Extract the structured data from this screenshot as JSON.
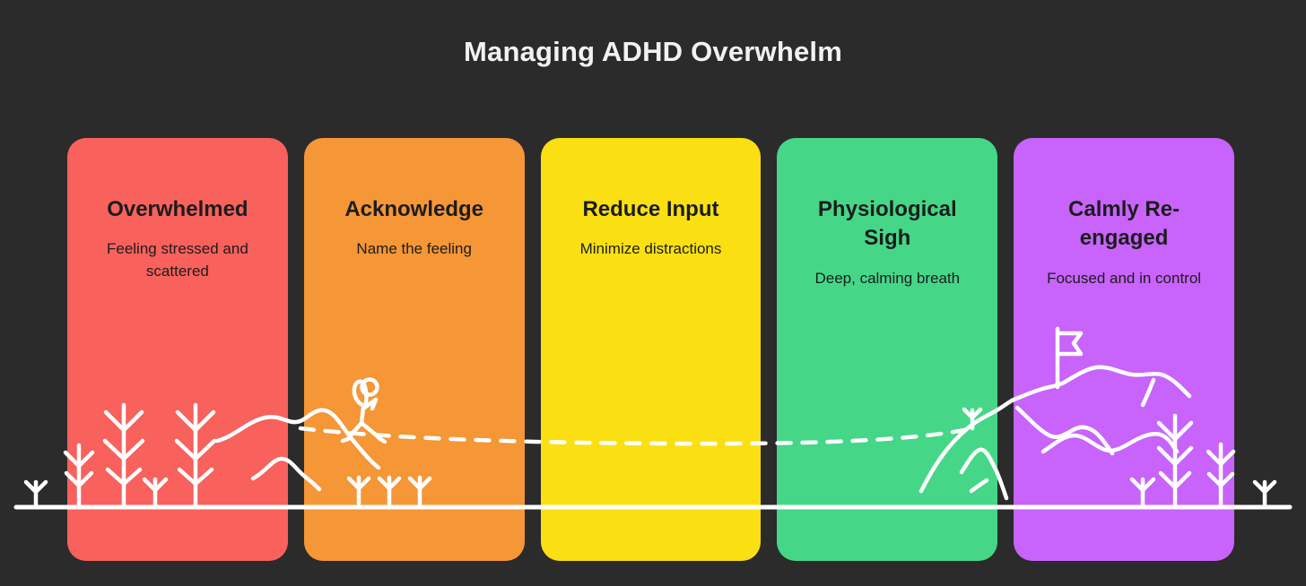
{
  "page": {
    "title": "Managing ADHD Overwhelm",
    "background_color": "#2b2b2b",
    "line_art_color": "#ffffff"
  },
  "cards": [
    {
      "heading": "Overwhelmed",
      "subtitle": "Feeling stressed and scattered",
      "color": "#f8615c",
      "icon": "pine-forest-icon"
    },
    {
      "heading": "Acknowledge",
      "subtitle": "Name the feeling",
      "color": "#f59637",
      "icon": "hiker-icon"
    },
    {
      "heading": "Reduce Input",
      "subtitle": "Minimize distractions",
      "color": "#fae013",
      "icon": "dashed-path-icon"
    },
    {
      "heading": "Physiological Sigh",
      "subtitle": "Deep, calming breath",
      "color": "#45d787",
      "icon": "mountain-ascent-icon"
    },
    {
      "heading": "Calmly Re-engaged",
      "subtitle": "Focused and in control",
      "color": "#c863fb",
      "icon": "summit-flag-icon"
    }
  ],
  "illustration": {
    "ground_line_label": "ground-line",
    "path_label": "dashed-trail-path",
    "flag_label": "summit-flag"
  }
}
